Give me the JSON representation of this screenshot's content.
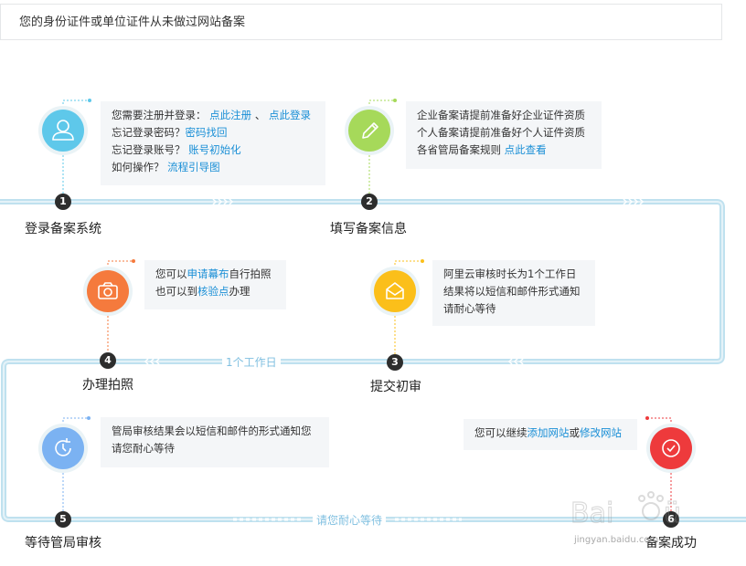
{
  "notice": {
    "text": "您的身份证件或单位证件从未做过网站备案"
  },
  "colors": {
    "track": "#bfe1ef",
    "step1": "#5ec8ea",
    "step2": "#a6d95a",
    "step3": "#fbbf1a",
    "step4": "#f57a3d",
    "step5": "#7bb2f2",
    "step6": "#ee3a3c",
    "link": "#1a8fd6"
  },
  "steps": [
    {
      "num": "1",
      "title": "登录备案系统",
      "icon": "user-icon",
      "lines": [
        {
          "t1": "您需要注册并登录：",
          "l1": "点此注册",
          "t2": "、",
          "l2": "点此登录"
        },
        {
          "t1": "忘记登录密码？",
          "l1": "密码找回"
        },
        {
          "t1": "忘记登录账号？",
          "l1": "账号初始化"
        },
        {
          "t1": "如何操作？",
          "l1": "流程引导图"
        }
      ]
    },
    {
      "num": "2",
      "title": "填写备案信息",
      "icon": "pencil-icon",
      "lines": [
        {
          "t1": "企业备案请提前准备好企业证件资质"
        },
        {
          "t1": "个人备案请提前准备好个人证件资质"
        },
        {
          "t1": "各省管局备案规则",
          "l1": "点此查看"
        }
      ]
    },
    {
      "num": "3",
      "title": "提交初审",
      "icon": "envelope-icon",
      "lines": [
        {
          "t1": "阿里云审核时长为1个工作日"
        },
        {
          "t1": "结果将以短信和邮件形式通知"
        },
        {
          "t1": "请耐心等待"
        }
      ]
    },
    {
      "num": "4",
      "title": "办理拍照",
      "icon": "camera-icon",
      "lines": [
        {
          "t1": "您可以",
          "l1": "申请幕布",
          "t2": "自行拍照"
        },
        {
          "t1": "也可以到",
          "l1": "核验点",
          "t2": "办理"
        }
      ]
    },
    {
      "num": "5",
      "title": "等待管局审核",
      "icon": "clock-icon",
      "lines": [
        {
          "t1": "管局审核结果会以短信和邮件的形式通知您"
        },
        {
          "t1": "请您耐心等待"
        }
      ]
    },
    {
      "num": "6",
      "title": "备案成功",
      "icon": "check-icon",
      "lines": [
        {
          "t1": "您可以继续",
          "l1": "添加网站",
          "t2": "或",
          "l2": "修改网站"
        }
      ]
    }
  ],
  "track_labels": {
    "one_day": "1个工作日",
    "wait": "请您耐心等待"
  },
  "watermark": {
    "text": "jingyan.baidu.com"
  }
}
